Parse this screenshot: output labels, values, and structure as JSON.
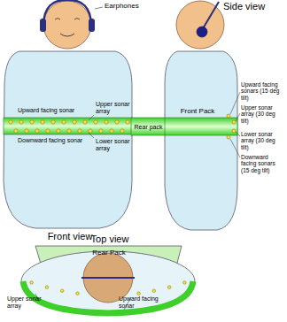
{
  "diagram": {
    "nodes": [
      {
        "text": [
          "Front Pack"
        ]
      },
      {
        "text": [
          "Rear pack"
        ]
      },
      {
        "text": [
          "Rear Pack"
        ]
      }
    ],
    "labels": [
      "Earphones",
      "Front view",
      "Side view",
      "Upward facing sonar",
      "Downward facing sonar",
      "Upper sonar array",
      "Lower sonar array",
      "Upward facing sonars (15 deg tilt)",
      "Upper sonar array (30 deg tilt)",
      "Lower sonar array (30 deg tilt)",
      "Downward facing sonars (15 deg tilt)",
      "Top view",
      "Upper sonar array",
      "Upward facing sonar"
    ]
  }
}
